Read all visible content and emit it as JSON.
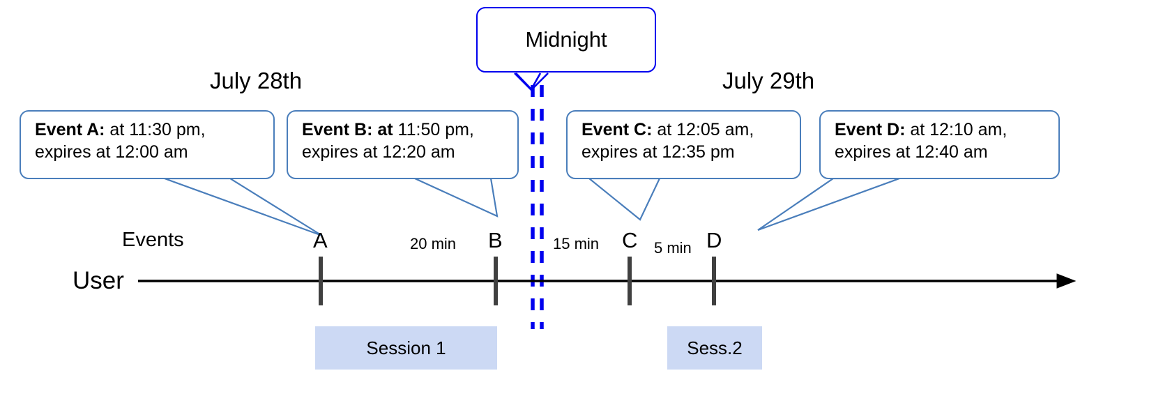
{
  "diagram": {
    "title_marker": "Midnight",
    "dates": [
      {
        "label": "July 28th"
      },
      {
        "label": "July 29th"
      }
    ],
    "row_labels": {
      "events": "Events",
      "user": "User"
    },
    "callouts": [
      {
        "id": "event-a",
        "bold": "Event A:",
        "line1_rest": " at 11:30 pm,",
        "line2": "expires at 12:00 am"
      },
      {
        "id": "event-b",
        "bold": "Event B: at",
        "line1_rest": " 11:50 pm,",
        "line2": "expires at 12:20 am"
      },
      {
        "id": "event-c",
        "bold": "Event C:",
        "line1_rest": " at 12:05 am,",
        "line2": "expires at 12:35 pm"
      },
      {
        "id": "event-d",
        "bold": "Event D:",
        "line1_rest": "  at 12:10 am,",
        "line2": "expires at 12:40 am"
      }
    ],
    "ticks": [
      {
        "label": "A"
      },
      {
        "label": "B"
      },
      {
        "label": "C"
      },
      {
        "label": "D"
      }
    ],
    "intervals": [
      {
        "label": "20 min"
      },
      {
        "label": "15 min"
      },
      {
        "label": "5 min"
      }
    ],
    "sessions": [
      {
        "label": "Session 1"
      },
      {
        "label": "Sess.2"
      }
    ],
    "colors": {
      "callout_border": "#4a7ebb",
      "midnight_blue": "#0000ee",
      "session_fill": "#ccd9f4",
      "tick_gray": "#404040",
      "axis_black": "#000000"
    }
  }
}
